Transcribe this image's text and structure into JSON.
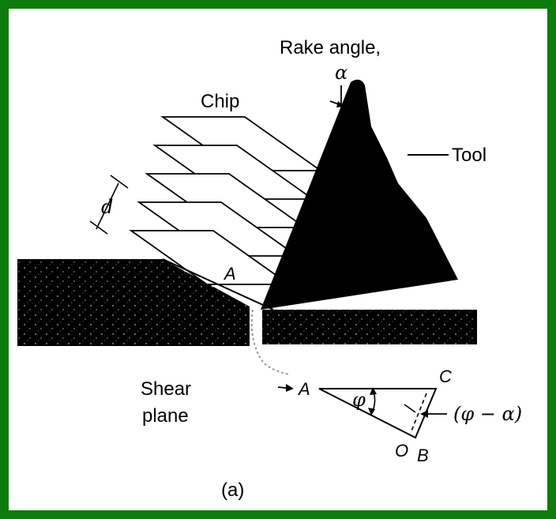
{
  "figure": {
    "rake_angle_label": "Rake angle,",
    "alpha_symbol": "α",
    "chip_label": "Chip",
    "tool_label": "Tool",
    "spacing_label": "d",
    "point_a_label": "A",
    "shear_label_line1": "Shear",
    "shear_label_line2": "plane",
    "triangle": {
      "vertex_a": "A",
      "vertex_c": "C",
      "vertex_o": "O",
      "vertex_b": "B",
      "phi_symbol": "φ",
      "phi_minus_alpha": "(φ − α)"
    },
    "caption": "(a)"
  },
  "colors": {
    "frame_border": "#0c7d0c",
    "ink": "#000000",
    "paper": "#ffffff"
  }
}
